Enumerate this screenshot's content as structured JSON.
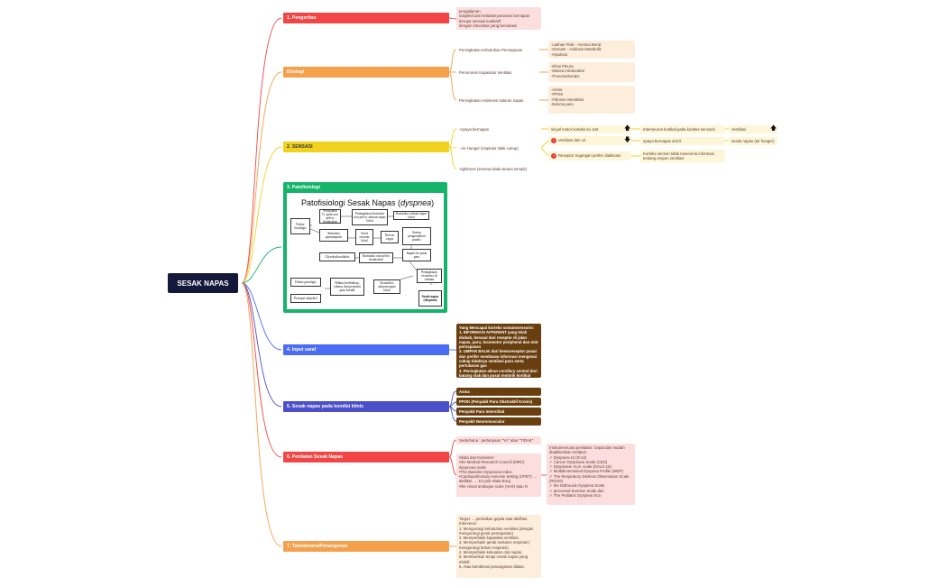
{
  "root": {
    "label": "SESAK NAPAS"
  },
  "topics": {
    "pengertian": {
      "label": "1. Pengertian",
      "color": "#f24646"
    },
    "etiologi": {
      "label": "Etiologi",
      "color": "#f5a04c"
    },
    "sensasi": {
      "label": "2. SENSASI",
      "color": "#f1d31f"
    },
    "patofisiologi": {
      "label": "3. Patofisiologi",
      "color": "#16b36b"
    },
    "input_saraf": {
      "label": "4. Input saraf",
      "color": "#4b6df3"
    },
    "kondisi_klinis": {
      "label": "5. Sesak napas pada kondisi klinis",
      "color": "#4b4fc8"
    },
    "penilaian": {
      "label": "6. Penilaian Sesak Napas",
      "color": "#f24646"
    },
    "tatalaksana": {
      "label": "7. Tatalaksana/Penanganan",
      "color": "#f5a04c"
    }
  },
  "pengertian_note": "pengalaman\nsubjektif dari ketidaknyamanan bernapas\nberupa sensasi kualitatif\ndengan intensitas yang bervariasi",
  "etiologi": {
    "items": [
      {
        "label": "Peningkatan Kebutuhan Pernapasan",
        "detail": "-Latihan Fisik  - Anemia Berat\n-Demam  - Asidosis Metabolik\n-Hipoksia"
      },
      {
        "label": "Penurunan Kapasitas Ventilasi",
        "detail": "-Efusi Pleura\n-Massa Intratorakal\n-Pneumothoraks"
      },
      {
        "label": "Peningkatan resistensi saluran napas",
        "detail": "-Asma\n-PPOK\n-Fibrosis interstitial\n-Edema paru"
      }
    ]
  },
  "sensasi": {
    "items": [
      {
        "label": "-Upaya bernapas"
      },
      {
        "label": "- Air Hunger (inspirasi tidak cukup)"
      },
      {
        "label": "-tightness (sensasi dada terasa sempit)"
      }
    ],
    "upaya": {
      "step1": "sinyal motor korteks ke otot",
      "step2": "Interneuron kortikal pada korteks sensoris",
      "step3": "Ventilasi"
    },
    "air": {
      "step1": "Ventilasi dan o2",
      "step2": "upaya bernapas otot ll",
      "step3": "sesak napas (air hunger)"
    },
    "reseptor": {
      "step1": "Reseptor regangan perifer diaktivasi",
      "step2": "Korteks sensori tidak menerima informasi tentang respon ventilasi"
    }
  },
  "patofisiologi_diagram": {
    "title": "Patofisiologi Sesak Napas (",
    "title_em": "dyspnea",
    "title_end": ")",
    "boxes": [
      "Faktor fisiologis",
      "Penurunan O₂ pada otot pelvic berakselan",
      "Peningkatan kontraksi otot pelvic saluran napas lokal",
      "Kontraksi saluran napas lokal",
      "Stimulasi parasimpatis",
      "Saraf otonom lokal",
      "Nervus vagus",
      "Sistem pengendalian paralis",
      "Impuls ke pusat paru",
      "Glyroksikosolaktis",
      "Kontraksi otot pelvic berakselan",
      "Peningkatan resistensi di saluran",
      "Faktor patologis",
      "Mukus berlebihan, edema, dan penyakit paru kronik",
      "Konstriksi saluran napas lokal",
      "Persepsi subjektif",
      "Sesak napas (dyspnea)"
    ]
  },
  "input_saraf_note": "Yang Mencapai korteks somatosensoris:\n1. INFORMASI AFFERENT yang telah diubah, berasal dari reseptor di jalan napas, paru, locomotor peripheral dan otot pernapasan\n2. UMPAN BALIK dari kemoreseptor pusat dan perifer membawa informasi mengenai cukup tidaknya ventilasi paru serta pertukaran gas\n3. Peningkatan aliran corollary central dari batang otak dan pusat motorik kortikal",
  "kondisi_klinis": [
    "Asma",
    "PPOK (Penyakit Paru Obstruktif Kronis)",
    "Penyakit Paru Interstitial",
    "Penyakit Neuromuscular"
  ],
  "penilaian": {
    "simple": "Sederhana : pertanyaan \"YA\" atau \"TIDAK\"",
    "skala": "Skala dan Kuisioner:\n•the Medical Research Council (MRC) dyspnoea scale\n•The Baseline Dyspnoea Index\n•Cardiopulmonary exercise testing (CPET) → aktifitas → 10 poin skala Borg\n•the visual analogue scale (VAS) atau N",
    "instrumen": "Instrumen/cara penilaian: Cepat dan mudah diaplikasikan meliputi:\n✓ Dyspnea-12 (D-12)\n✓ Cancer Dyspnoea Scale (CDS)\n✓ Dyspnoea- ALS- scale (DALS-15)\n✓ Multidimensional Dyspnea Profile (MDP)\n✓ The Respiratory Distress Observation Scale (RDOS)\n✓ the Dalhousie Dyspnea Scale\n✓ perceived Exertion Scale dan\n✓ The Pediatric Dyspnea Sca"
  },
  "tatalaksana_note": "Target → perbaikan gejala saat aktifitas. Intervensi:\n1. Mengurangi kebutuhan ventilasi (dengan mengurangi gerak pernapasan)\n2. Memperbaiki kapasitas ventilasi.\n3. Memperbaiki gerak mekanis respirasi ( mengurangi beban respirasi).\n4. Memperbaiki kekuatan otot napas.\n5. Memberikan terapi sesak napas yang efektif.\n6. Atau kombinasi penanganan diatas."
}
